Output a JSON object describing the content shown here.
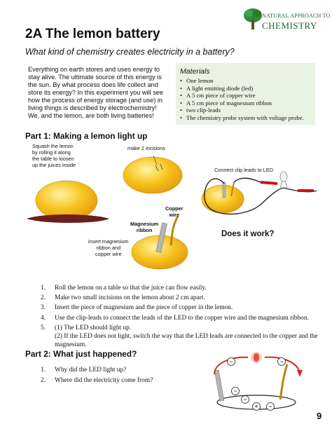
{
  "header": {
    "logo_line1": "NATURAL APPROACH TO",
    "logo_line2": "CHEMISTRY"
  },
  "title": "2A The lemon battery",
  "subtitle": "What kind of chemistry creates electricity in a battery?",
  "intro": [
    "Everything on earth stores and uses energy to",
    "stay alive.  The ultimate source of this energy is",
    "the sun. By what process does life collect and",
    "store its energy? In this experiment you will see",
    "how the process of energy storage (and use) in",
    "living things is described by electrochemistry!",
    "We, and the lemon, are both living batteries!"
  ],
  "materials": {
    "title": "Materials",
    "items": [
      "One lemon",
      "A light emitting diode (led)",
      "A 5 cm piece of copper wire",
      "A 5 cm piece of magnesium ribbon",
      "two clip-leads",
      "The chemistry probe system with voltage probe."
    ]
  },
  "part1": {
    "heading": "Part 1:  Making a lemon light up",
    "squash_label": [
      "Squash the lemon",
      "by rolling it along",
      "the table to loosen",
      "up the juices inside"
    ],
    "incision_label": "make 2 incisions",
    "clip_label": "Connect clip leads to LED",
    "copper_label": [
      "Copper",
      "wire"
    ],
    "magnesium_label": [
      "Magnesium",
      "ribbon"
    ],
    "insert_label": [
      "insert magnesium",
      "ribbon and",
      "copper wire"
    ],
    "does_it_work": "Does it work?"
  },
  "steps": [
    {
      "num": "1.",
      "lines": [
        "Roll the lemon on a table so that the juice can flow easily."
      ]
    },
    {
      "num": "2.",
      "lines": [
        "Make two small incisions on the lemon about 2 cm apart."
      ]
    },
    {
      "num": "3.",
      "lines": [
        "Insert the piece of magnesium and the piece of copper in the lemon."
      ]
    },
    {
      "num": "4.",
      "lines": [
        "Use the clip-leads to connect the leads of the LED to the copper wire and the magnesium ribbon."
      ]
    },
    {
      "num": "5.",
      "lines": [
        "(1) The LED should light up.",
        "(2) If the LED does not light, switch the way that the LED leads are connected to the copper and the",
        "magnesium."
      ]
    }
  ],
  "part2": {
    "heading": "Part 2:  What just happened?",
    "questions": [
      {
        "num": "1.",
        "text": "Why did the LED light up?"
      },
      {
        "num": "2.",
        "text": "Where did the electricity come from?"
      }
    ],
    "diagram_signs": [
      "−",
      "−",
      "−",
      "−",
      "+",
      "−"
    ]
  },
  "page_number": "9",
  "colors": {
    "lemon": "#f6c21c",
    "lemon_light": "#fff3a0",
    "logo_green": "#1a6b2a",
    "materials_bg": "#e9f3e3",
    "copper": "#b8860b",
    "wire_red": "#cc1111",
    "arrow_red": "#d42a1a"
  }
}
